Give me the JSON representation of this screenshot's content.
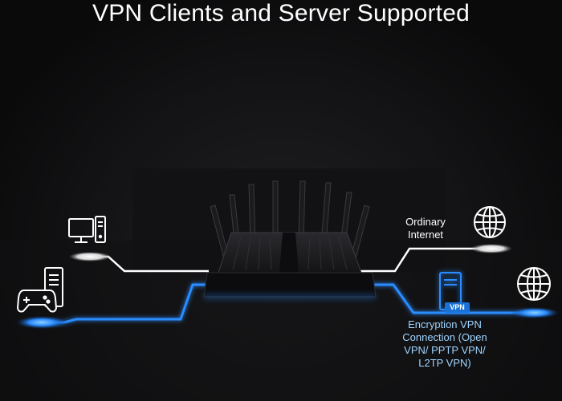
{
  "title": "VPN Clients and Server Supported",
  "labels": {
    "ordinary_internet": "Ordinary Internet",
    "encryption_vpn": "Encryption VPN Connection (Open VPN/ PPTP VPN/ L2TP VPN)",
    "vpn_badge": "VPN"
  },
  "icons": [
    "desktop-pc-icon",
    "game-controller-icon",
    "server-icon",
    "globe-icon",
    "vpn-server-icon"
  ],
  "colors": {
    "background": "#0b0b0d",
    "vpn_line": "#2a8cff",
    "ordinary_line": "#ffffff",
    "glow": "#1e90ff",
    "vpn_badge": "#1a72d8"
  }
}
